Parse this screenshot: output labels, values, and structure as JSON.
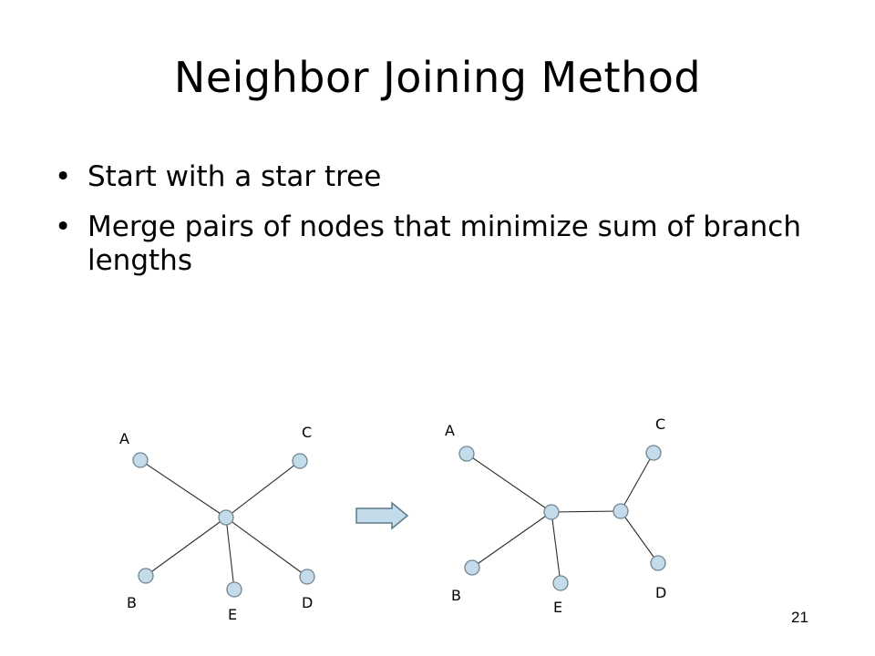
{
  "slide": {
    "title": "Neighbor Joining Method",
    "page_number": "21",
    "bullet_symbol": "•",
    "bullets": [
      "Start with a star tree",
      "Merge pairs of nodes that minimize sum of branch lengths"
    ]
  },
  "diagram": {
    "colors": {
      "node_fill": "#c4dcea",
      "node_stroke": "#6f8592",
      "edge": "#2d2d2d",
      "arrow_fill": "#c4dcea",
      "arrow_stroke": "#5b7a8c"
    },
    "star_tree": {
      "labels": {
        "a": "A",
        "b": "B",
        "c": "C",
        "d": "D",
        "e": "E"
      }
    },
    "arrow_icon": "right-arrow-icon",
    "joined_tree": {
      "labels": {
        "a": "A",
        "b": "B",
        "c": "C",
        "d": "D",
        "e": "E"
      }
    }
  }
}
